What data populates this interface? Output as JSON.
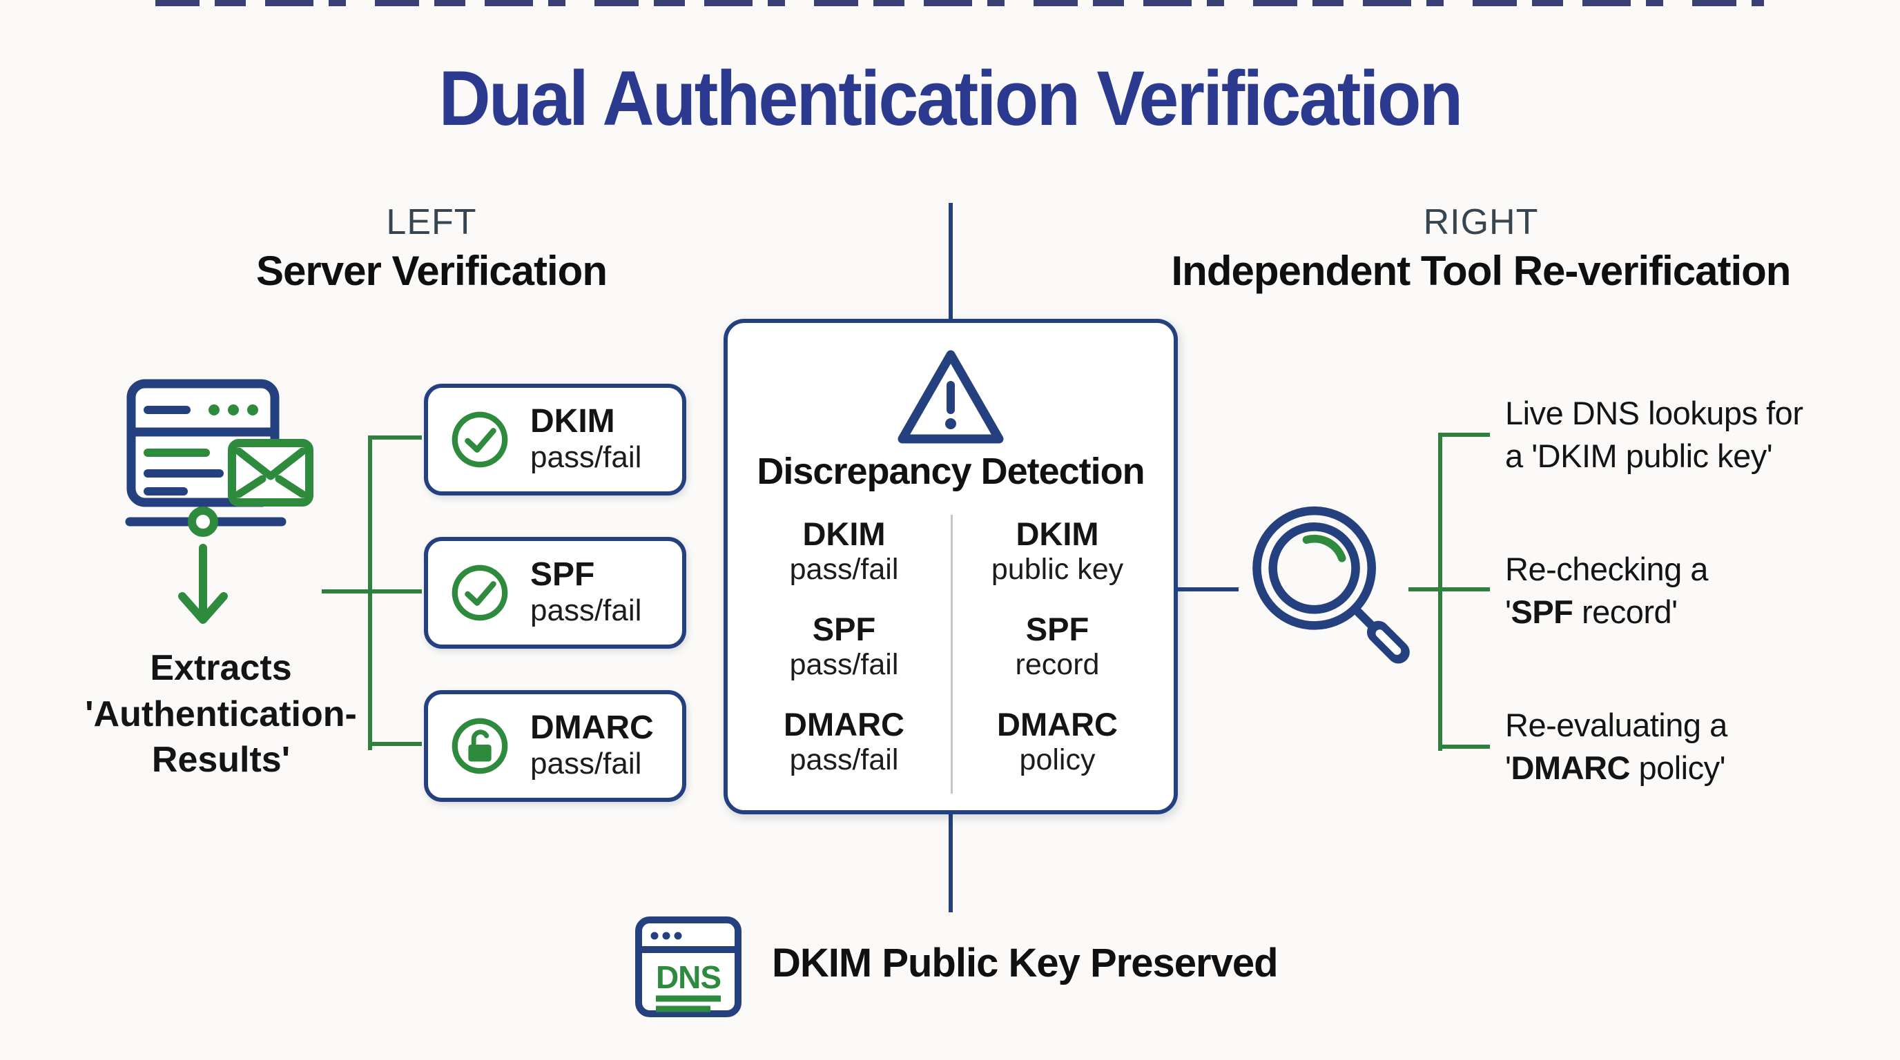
{
  "colors": {
    "navy": "#24407e",
    "green": "#2e8b3e",
    "line_green": "#2f7f3d",
    "title_navy": "#2b3a8f",
    "slate": "#36454f",
    "ink": "#161616",
    "bg": "#fbfaf8",
    "divider": "#c5c5c5"
  },
  "title": "Dual Authentication Verification",
  "left": {
    "tag": "LEFT",
    "heading": "Server Verification",
    "icon": "server-email-icon",
    "extracts": "Extracts\n'Authentication-\nResults'",
    "checks": [
      {
        "icon": "check-circle-icon",
        "name": "DKIM",
        "value": "pass/fail"
      },
      {
        "icon": "check-circle-icon",
        "name": "SPF",
        "value": "pass/fail"
      },
      {
        "icon": "unlock-circle-icon",
        "name": "DMARC",
        "value": "pass/fail"
      }
    ]
  },
  "center": {
    "icon": "warning-triangle-icon",
    "heading": "Discrepancy Detection",
    "rows": [
      {
        "server_name": "DKIM",
        "server_value": "pass/fail",
        "tool_name": "DKIM",
        "tool_value": "public key"
      },
      {
        "server_name": "SPF",
        "server_value": "pass/fail",
        "tool_name": "SPF",
        "tool_value": "record"
      },
      {
        "server_name": "DMARC",
        "server_value": "pass/fail",
        "tool_name": "DMARC",
        "tool_value": "policy"
      }
    ]
  },
  "right": {
    "tag": "RIGHT",
    "heading": "Independent Tool Re-verification",
    "icon": "magnifier-icon",
    "items": [
      {
        "line1": "Live DNS lookups for",
        "line2_pre": "a 'DKIM public key'",
        "line2_bold": "",
        "line2_post": ""
      },
      {
        "line1": "Re-checking a",
        "line2_pre": "'",
        "line2_bold": "SPF",
        "line2_post": " record'"
      },
      {
        "line1": "Re-evaluating a",
        "line2_pre": "'",
        "line2_bold": "DMARC",
        "line2_post": " policy'"
      }
    ]
  },
  "bottom": {
    "icon": "dns-window-icon",
    "icon_text": "DNS",
    "label": "DKIM Public Key Preserved"
  }
}
